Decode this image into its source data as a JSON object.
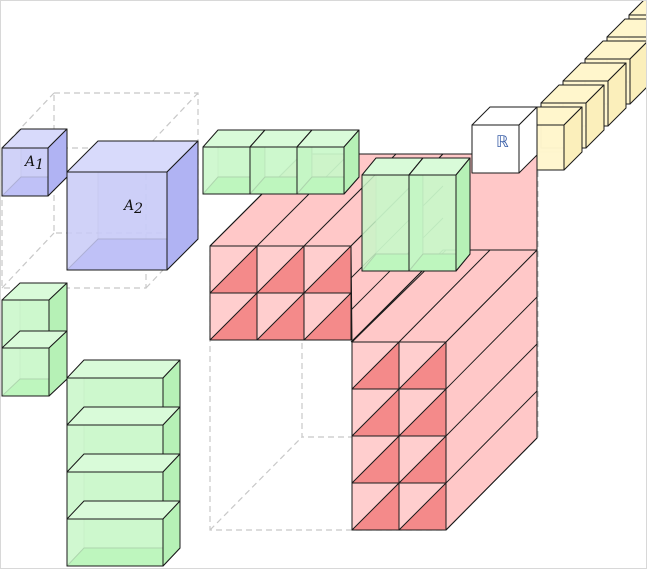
{
  "diagram": {
    "labels": {
      "block_a1": {
        "main": "A",
        "sub": "1"
      },
      "block_a2": {
        "main": "A",
        "sub": "2"
      },
      "scalar": "ℝ"
    },
    "colors": {
      "blue_front": "#c8caf7",
      "blue_side": "#b0b3f3",
      "blue_top": "#d8dafb",
      "blue_bottom": "#8a8ef5",
      "green_front": "#c8f7c8",
      "green_side": "#b6f1b6",
      "green_top": "#d9fbd9",
      "green_bottom": "#88f288",
      "red_light": "#ffcece",
      "red_dark": "#f48a8a",
      "red_side": "#ffc8c8",
      "yellow": "#fff6cc",
      "yellow_side": "#fbefbb",
      "outline": "#1a1a1a",
      "dashed": "#c8c8c8"
    }
  }
}
